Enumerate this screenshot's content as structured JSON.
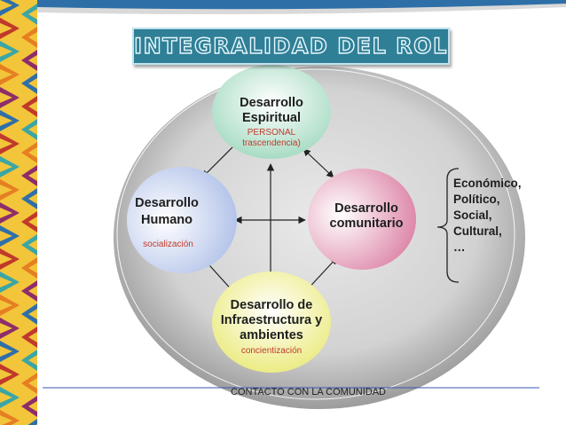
{
  "title": "INTEGRALIDAD DEL ROL",
  "nodes": {
    "top": {
      "title": "Desarrollo Espiritual",
      "line1": "Desarrollo",
      "line2": "Espiritual",
      "sub1": "PERSONAL",
      "sub2": "trascendencia)"
    },
    "left": {
      "line1": "Desarrollo",
      "line2": "Humano",
      "sub1": "socialización"
    },
    "right": {
      "line1": "Desarrollo",
      "line2": "comunitario"
    },
    "bottom": {
      "line1": "Desarrollo de",
      "line2": "Infraestructura y",
      "line3": "ambientes",
      "sub1": "concientización"
    }
  },
  "side_list": [
    "Económico,",
    "Político,",
    "Social,",
    "Cultural,",
    "…"
  ],
  "footer": "CONTACTO CON LA COMUNIDAD",
  "colors": {
    "title_bg": "#2f7f96",
    "top_node": "#a8dcc4",
    "left_node": "#aebfe8",
    "right_node": "#d9789e",
    "bottom_node": "#eaea7a",
    "sub_text": "#c0392b",
    "footer_line": "#3a55b4"
  }
}
